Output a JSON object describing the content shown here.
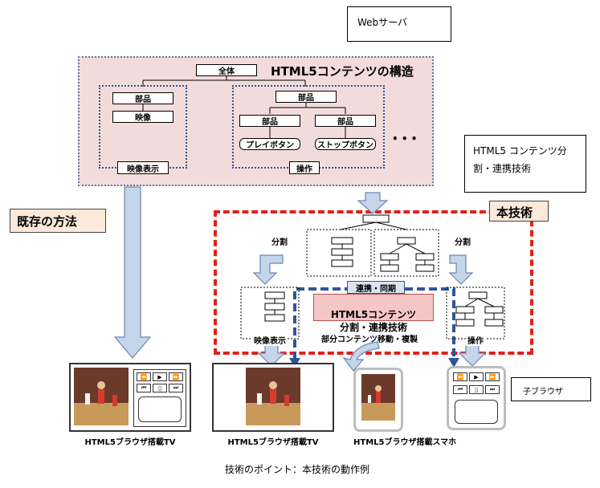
{
  "web_server": "Webサーバ",
  "structure": {
    "title": "HTML5コンテンツの構造",
    "zentai": "全体",
    "buhin": "部品",
    "eizou": "映像",
    "play_button": "プレイボタン",
    "stop_button": "ストップボタン",
    "eizou_hyouji": "映像表示",
    "sousa": "操作",
    "ellipsis": "• • •"
  },
  "note_split": "HTML5 コンテンツ分割・連携技術",
  "existing_method": "既存の方法",
  "this_tech": "本技術",
  "bunkatsu": "分割",
  "renkei_douki": "連携・同期",
  "center_label": "HTML5コンテンツ\n分割・連携技術",
  "partial_move": "部分コンテンツ移動・複製",
  "eizou_hyouji2": "映像表示",
  "sousa2": "操作",
  "child_browser": "子ブラウザ",
  "devices": {
    "tv1": "HTML5ブラウザ搭載TV",
    "tv2": "HTML5ブラウザ搭載TV",
    "phone": "HTML5ブラウザ搭載スマホ"
  },
  "controls": {
    "rewind": "⏪",
    "play": "▶",
    "ff": "⏩",
    "prev": "⏮",
    "stop": "▯",
    "next": "⏭"
  },
  "footer": "技術のポイント：本技術の動作例",
  "colors": {
    "pink_bg": "#f2dcdb",
    "red_dash": "#e0201b",
    "blue_dot": "#2f5597",
    "arrow_fill": "#c5d5ea",
    "arrow_stroke": "#6a86b0"
  }
}
